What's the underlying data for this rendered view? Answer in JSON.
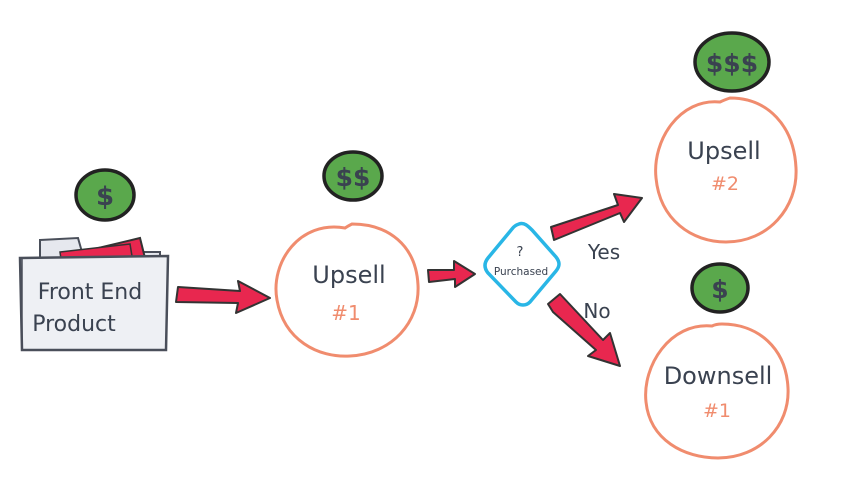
{
  "colors": {
    "money_fill": "#5aa84c",
    "money_stroke": "#222222",
    "circle_stroke": "#f08c6e",
    "arrow_fill": "#e8274f",
    "arrow_stroke": "#333333",
    "decision_stroke": "#29b6e6",
    "folder_fill": "#eef0f4",
    "folder_stroke": "#4a4f5a",
    "text": "#3a4250",
    "number_text": "#f08c6e"
  },
  "front_end": {
    "price": "$",
    "line1": "Front End",
    "line2": "Product"
  },
  "upsell1": {
    "price": "$$",
    "title": "Upsell",
    "number": "#1"
  },
  "decision": {
    "symbol": "?",
    "label": "Purchased"
  },
  "upsell2": {
    "price": "$$$",
    "title": "Upsell",
    "number": "#2"
  },
  "downsell": {
    "price": "$",
    "title": "Downsell",
    "number": "#1"
  },
  "branches": {
    "yes_label": "Yes",
    "no_label": "No"
  }
}
